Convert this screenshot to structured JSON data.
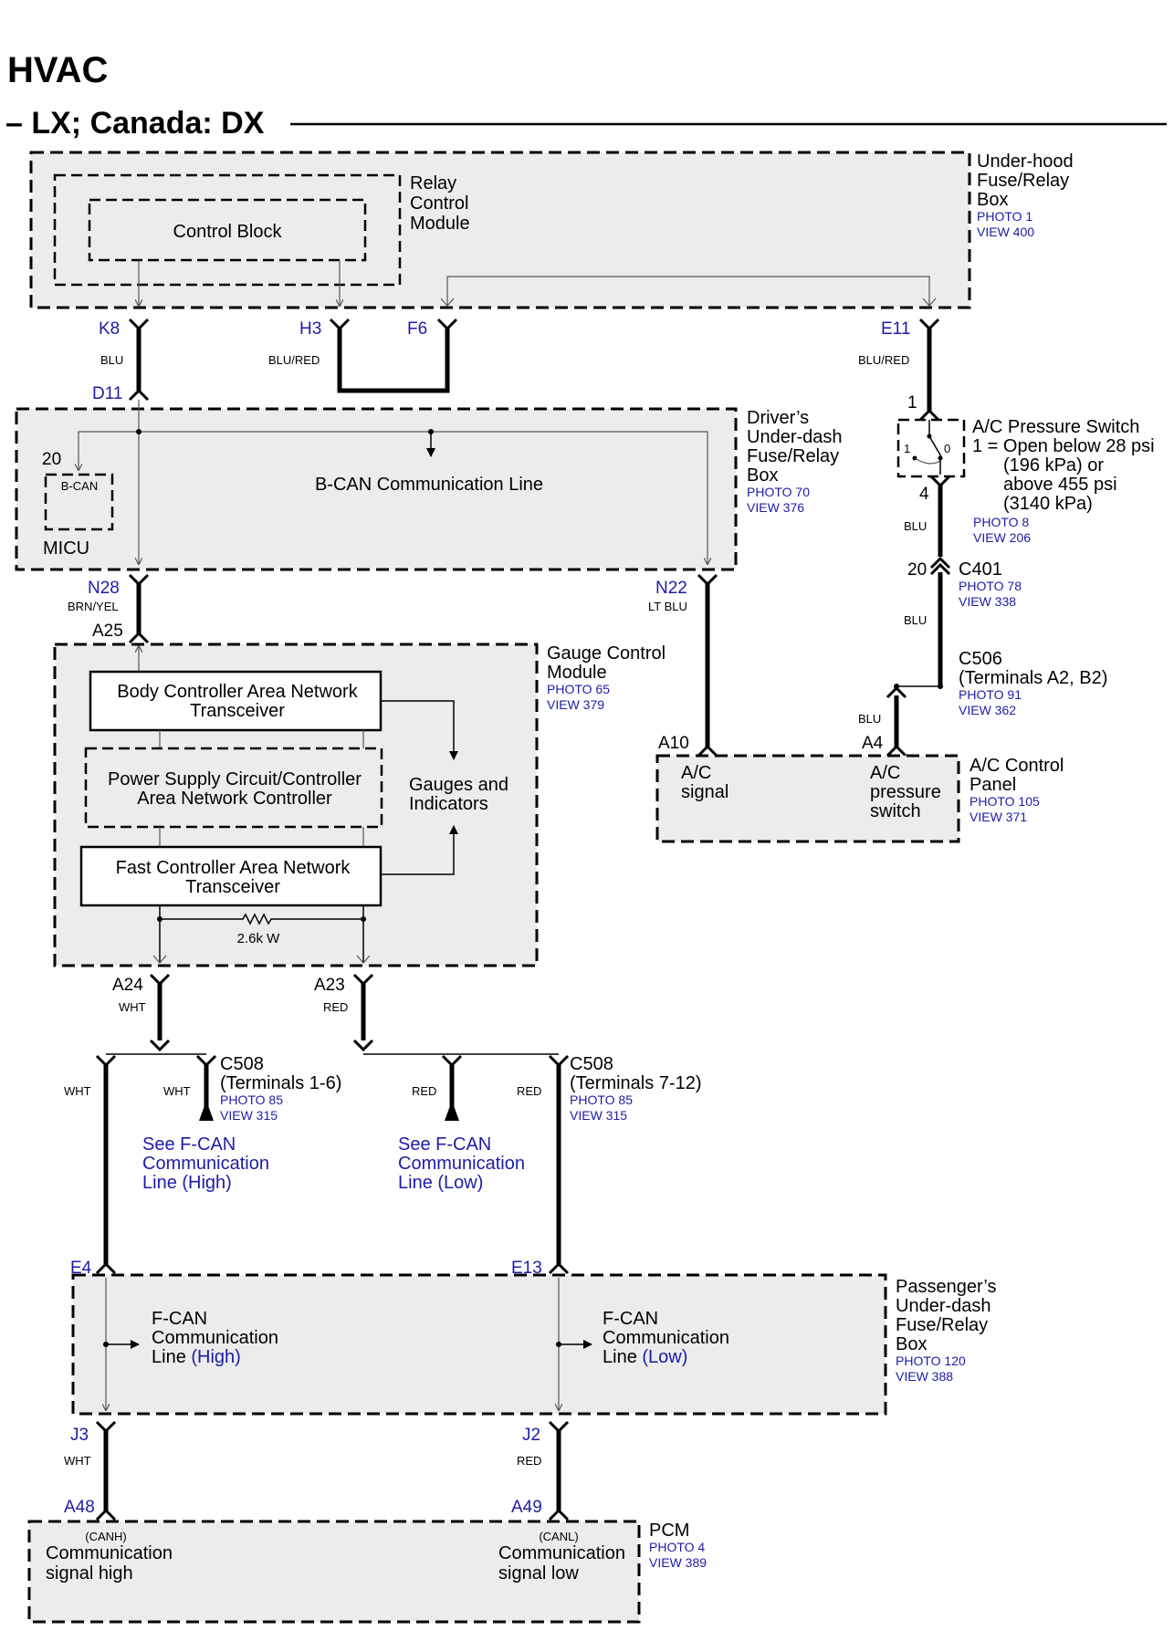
{
  "title": "HVAC",
  "subtitle": "– LX; Canada: DX",
  "underhood": {
    "name": [
      "Under-hood",
      "Fuse/Relay",
      "Box"
    ],
    "photo": "PHOTO 1",
    "view": "VIEW 400"
  },
  "relay_module": {
    "name": [
      "Relay",
      "Control",
      "Module"
    ],
    "block": "Control Block"
  },
  "wires_top": {
    "K8": "K8",
    "H3": "H3",
    "F6": "F6",
    "E11": "E11",
    "D11": "D11",
    "blu": "BLU",
    "blu_red": "BLU/RED",
    "blu_red2": "BLU/RED"
  },
  "drivers_box": {
    "name": [
      "Driver’s",
      "Under-dash",
      "Fuse/Relay",
      "Box"
    ],
    "photo": "PHOTO 70",
    "view": "VIEW 376",
    "bcan_line": "B-CAN Communication Line",
    "micu": "MICU",
    "bcan": "B-CAN",
    "pin20": "20"
  },
  "ac_switch": {
    "pin1": "1",
    "pin4": "4",
    "name": "A/C Pressure Switch",
    "note": [
      "1 = Open below 28 psi",
      "(196 kPa) or",
      "above 455 psi",
      "(3140 kPa)"
    ],
    "sw1": "1",
    "sw0": "0",
    "photo": "PHOTO 8",
    "view": "VIEW 206",
    "wire": "BLU"
  },
  "c401": {
    "pin": "20",
    "name": "C401",
    "photo": "PHOTO 78",
    "view": "VIEW 338",
    "wire": "BLU"
  },
  "c506": {
    "name": "C506",
    "terms": "(Terminals A2, B2)",
    "photo": "PHOTO 91",
    "view": "VIEW 362",
    "wire": "BLU"
  },
  "n28": {
    "pin": "N28",
    "wire": "BRN/YEL",
    "a25": "A25"
  },
  "n22": {
    "pin": "N22",
    "wire": "LT BLU"
  },
  "gauge_module": {
    "name": [
      "Gauge Control",
      "Module"
    ],
    "photo": "PHOTO 65",
    "view": "VIEW 379",
    "body_can": [
      "Body Controller Area Network",
      "Transceiver"
    ],
    "power": [
      "Power Supply Circuit/Controller",
      "Area Network Controller"
    ],
    "fast_can": [
      "Fast Controller Area Network",
      "Transceiver"
    ],
    "gauges": [
      "Gauges and",
      "Indicators"
    ],
    "resistor": "2.6k W"
  },
  "ac_panel": {
    "name": [
      "A/C Control",
      "Panel"
    ],
    "photo": "PHOTO 105",
    "view": "VIEW 371",
    "a10": "A10",
    "a4": "A4",
    "sig": [
      "A/C",
      "signal"
    ],
    "psw": [
      "A/C",
      "pressure",
      "switch"
    ]
  },
  "gauge_pins": {
    "a24": "A24",
    "a23": "A23",
    "wht": "WHT",
    "red": "RED"
  },
  "c508_left": {
    "name": "C508",
    "terms": "(Terminals 1-6)",
    "photo": "PHOTO 85",
    "view": "VIEW 315",
    "wht1": "WHT",
    "wht2": "WHT",
    "see": [
      "See F-CAN",
      "Communication",
      "Line (High)"
    ]
  },
  "c508_right": {
    "name": "C508",
    "terms": "(Terminals 7-12)",
    "photo": "PHOTO 85",
    "view": "VIEW 315",
    "red1": "RED",
    "red2": "RED",
    "see": [
      "See F-CAN",
      "Communication",
      "Line (Low)"
    ]
  },
  "passenger_box": {
    "name": [
      "Passenger’s",
      "Under-dash",
      "Fuse/Relay",
      "Box"
    ],
    "photo": "PHOTO 120",
    "view": "VIEW 388",
    "e4": "E4",
    "e13": "E13",
    "fcan_high": [
      "F-CAN",
      "Communication",
      "Line"
    ],
    "high": "(High)",
    "fcan_low": [
      "F-CAN",
      "Communication",
      "Line"
    ],
    "low": "(Low)"
  },
  "pcm_wires": {
    "j3": "J3",
    "j2": "J2",
    "wht": "WHT",
    "red": "RED",
    "a48": "A48",
    "a49": "A49"
  },
  "pcm": {
    "name": "PCM",
    "photo": "PHOTO 4",
    "view": "VIEW 389",
    "canh": "(CANH)",
    "high": [
      "Communication",
      "signal high"
    ],
    "canl": "(CANL)",
    "low": [
      "Communication",
      "signal low"
    ]
  }
}
